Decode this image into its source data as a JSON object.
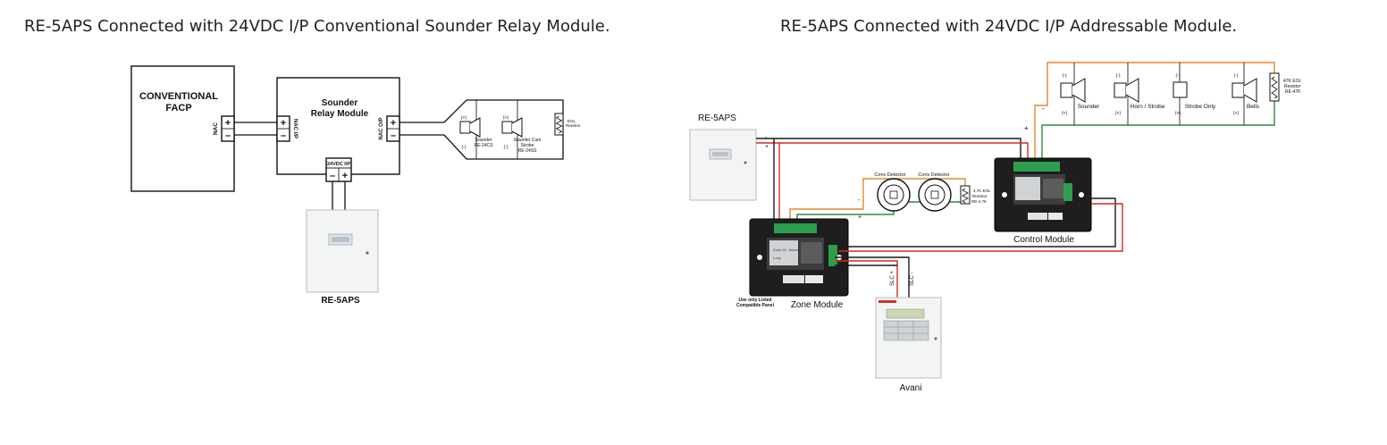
{
  "titles": {
    "left": "RE-5APS Connected with 24VDC I/P Conventional Sounder Relay Module.",
    "right": "RE-5APS Connected with 24VDC I/P Addressable Module."
  },
  "left_diagram": {
    "facp": {
      "line1": "CONVENTIONAL",
      "line2": "FACP",
      "nac": "NAC",
      "plus": "+",
      "minus": "–"
    },
    "relay": {
      "line1": "Sounder",
      "line2": "Relay Module",
      "nac_ip": "NAC I/P",
      "nac_op": "NAC O/P",
      "plus": "+",
      "minus": "–"
    },
    "dc_input": {
      "label": "24VDC I/P",
      "minus": "–",
      "plus": "+"
    },
    "power_supply": "RE-5APS",
    "devices": [
      {
        "name": "Sounder",
        "model": "RE-24CS",
        "pol_top": "(+)",
        "pol_bottom": "(-)"
      },
      {
        "name": "Sounder Cum",
        "name2": "Strobe",
        "model": "RE-24SS",
        "pol_top": "(+)",
        "pol_bottom": "(-)"
      }
    ],
    "eol": {
      "line1": "EOL",
      "line2": "Resistor"
    }
  },
  "right_diagram": {
    "power_supply": "RE-5APS",
    "psu_minus": "-",
    "psu_plus": "+",
    "zone_module": "Zone Module",
    "zone_note1": "Use only Listed",
    "zone_note2": "Compatible Panel",
    "control_module": "Control Module",
    "panel": "Avani",
    "slc_plus": "SLC +",
    "slc_minus": "SLC -",
    "detectors": [
      "Conv Detector",
      "Conv Detector"
    ],
    "det_resistor": [
      "4.7K EOL",
      "Resistor",
      "RE-4.7K"
    ],
    "det_minus": "-",
    "det_plus": "+",
    "nac_minus": "-",
    "nac_plus": "+",
    "notification": [
      {
        "label": "Sounder",
        "pol_top": "(-)",
        "pol_bottom": "(+)"
      },
      {
        "label": "Horn / Strobe",
        "pol_top": "(-)",
        "pol_bottom": "(+)"
      },
      {
        "label": "Strobe Only",
        "pol_top": "(-)",
        "pol_bottom": "(+)"
      },
      {
        "label": "Bells",
        "pol_top": "(-)",
        "pol_bottom": "(+)"
      }
    ],
    "nac_resistor": [
      "47K EOL",
      "Resistor",
      "RE-47K"
    ],
    "screen_lines": [
      "Zone 01 : Alarm",
      "Loop"
    ]
  },
  "colors": {
    "red_wire": "#d42a20",
    "orange_wire": "#e8862d",
    "green_wire": "#2e8b3a",
    "black_wire": "#1a1a1a",
    "module": "#1e1e1e"
  }
}
